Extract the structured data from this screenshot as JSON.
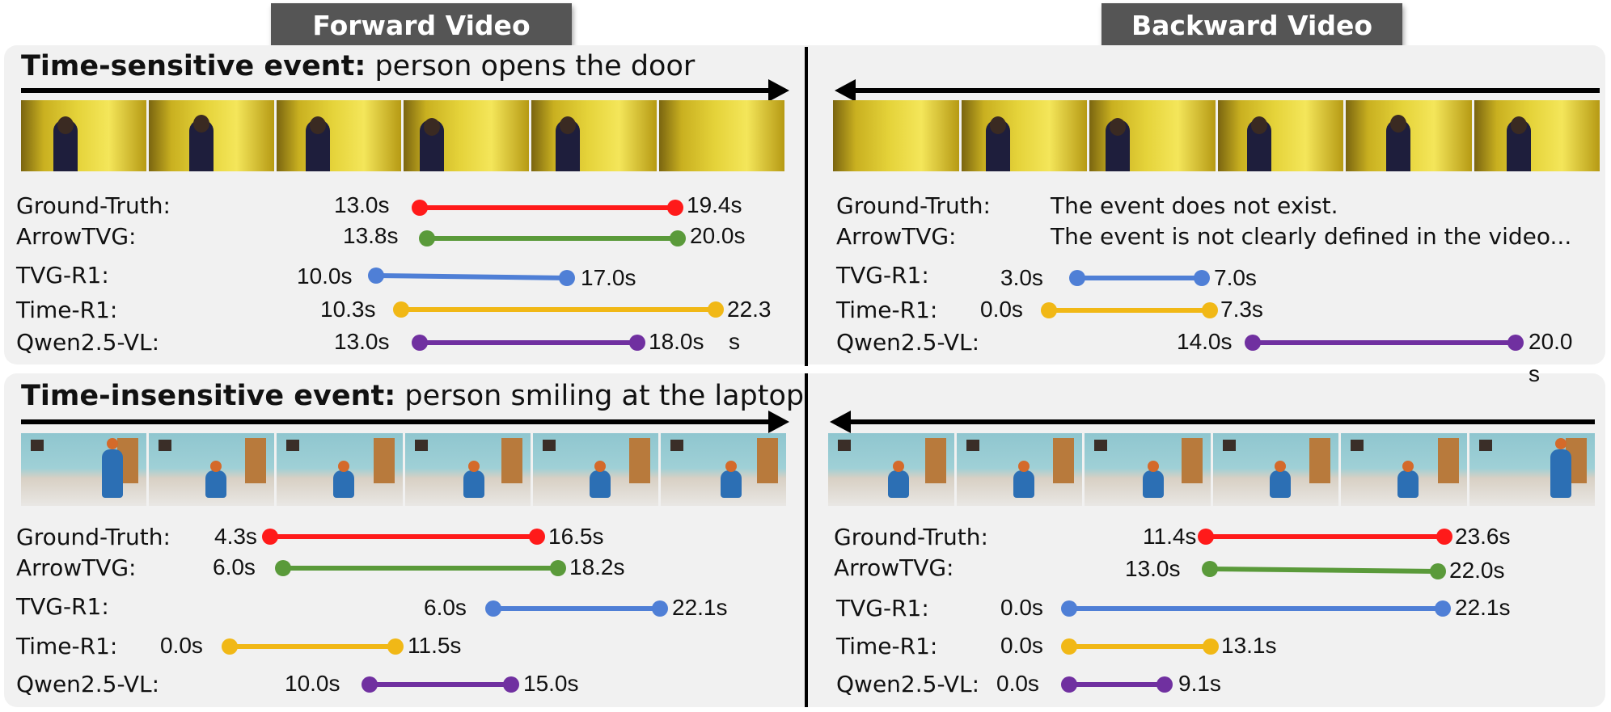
{
  "headers": {
    "forward": "Forward Video",
    "backward": "Backward Video"
  },
  "colors": {
    "ground_truth": "#ff1a1a",
    "arrowtvg": "#5a9a3a",
    "tvg_r1": "#4f7fd6",
    "time_r1": "#f1b816",
    "qwen": "#7030a0"
  },
  "sections": [
    {
      "event_label": "Time-sensitive event:",
      "event_text": " person opens the door",
      "forward": {
        "ground_truth": {
          "label": "Ground-Truth:",
          "start": "13.0s",
          "end": "19.4s"
        },
        "arrowtvg": {
          "label": "ArrowTVG:",
          "start": "13.8s",
          "end": "20.0s"
        },
        "tvg_r1": {
          "label": "TVG-R1:",
          "start": "10.0s",
          "end": "17.0s"
        },
        "time_r1": {
          "label": "Time-R1:",
          "start": "10.3s",
          "end": "22.3",
          "end_unit": "s"
        },
        "qwen": {
          "label": "Qwen2.5-VL:",
          "start": "13.0s",
          "end": "18.0s"
        }
      },
      "backward": {
        "ground_truth": {
          "label": "Ground-Truth:",
          "text": "The event does not exist."
        },
        "arrowtvg": {
          "label": "ArrowTVG:",
          "text": "The event is not clearly defined in the video..."
        },
        "tvg_r1": {
          "label": "TVG-R1:",
          "start": "3.0s",
          "end": "7.0s"
        },
        "time_r1": {
          "label": "Time-R1:",
          "start": "0.0s",
          "end": "7.3s"
        },
        "qwen": {
          "label": "Qwen2.5-VL:",
          "start": "14.0s",
          "end": "20.0",
          "end_unit": "s"
        }
      }
    },
    {
      "event_label": "Time-insensitive event:",
      "event_text": " person smiling at the laptop",
      "forward": {
        "ground_truth": {
          "label": "Ground-Truth:",
          "start": "4.3s",
          "end": "16.5s"
        },
        "arrowtvg": {
          "label": "ArrowTVG:",
          "start": "6.0s",
          "end": "18.2s"
        },
        "tvg_r1": {
          "label": "TVG-R1:",
          "start": "6.0s",
          "end": "22.1s"
        },
        "time_r1": {
          "label": "Time-R1:",
          "start": "0.0s",
          "end": "11.5s"
        },
        "qwen": {
          "label": "Qwen2.5-VL:",
          "start": "10.0s",
          "end": "15.0s"
        }
      },
      "backward": {
        "ground_truth": {
          "label": "Ground-Truth:",
          "start": "11.4s",
          "end": "23.6s"
        },
        "arrowtvg": {
          "label": "ArrowTVG:",
          "start": "13.0s",
          "end": "22.0s"
        },
        "tvg_r1": {
          "label": "TVG-R1:",
          "start": "0.0s",
          "end": "22.1s"
        },
        "time_r1": {
          "label": "Time-R1:",
          "start": "0.0s",
          "end": "13.1s"
        },
        "qwen": {
          "label": "Qwen2.5-VL:",
          "start": "0.0s",
          "end": "9.1s"
        }
      }
    }
  ]
}
